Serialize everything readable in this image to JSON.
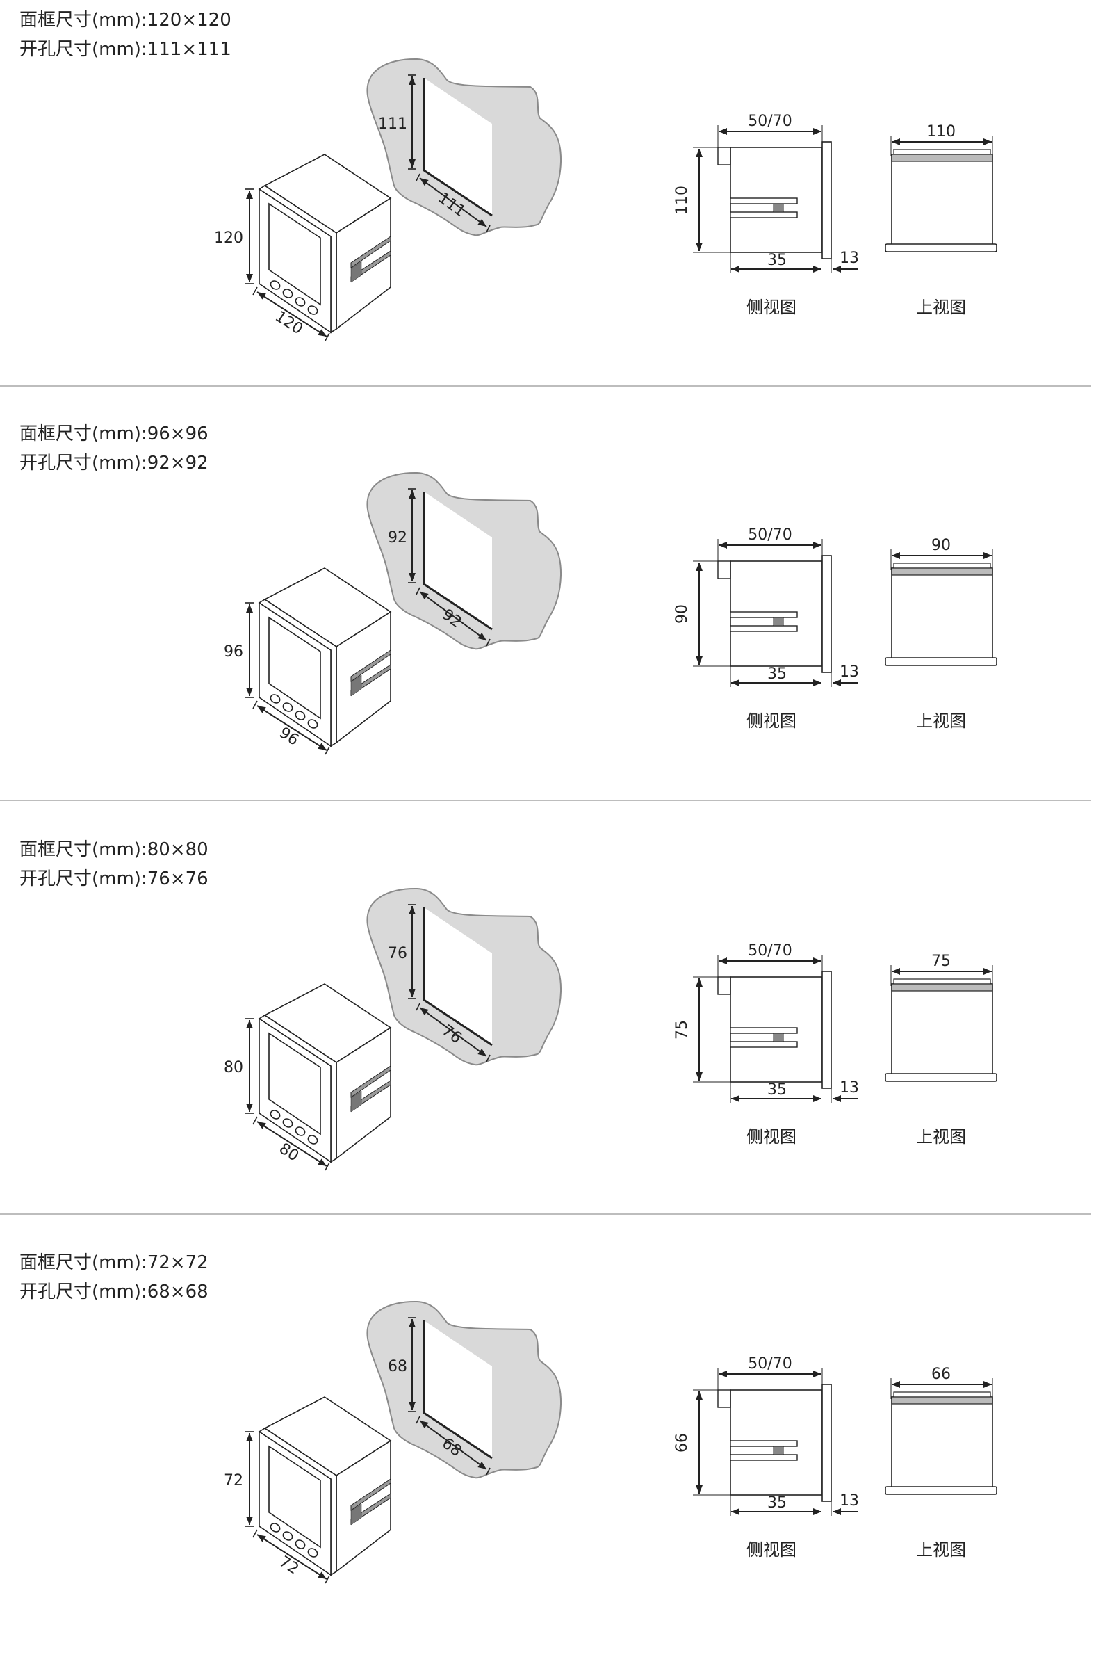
{
  "sections": [
    {
      "frame_label": "面框尺寸(mm):",
      "frame_size": "120×120",
      "cutout_label": "开孔尺寸(mm):",
      "cutout_size": "111×111",
      "front_height": "120",
      "front_width": "120",
      "cutout_height": "111",
      "cutout_width": "111",
      "side_depth": "50/70",
      "side_height": "110",
      "side_body": "35",
      "side_front": "13",
      "top_width": "110",
      "side_caption": "侧视图",
      "top_caption": "上视图"
    },
    {
      "frame_label": "面框尺寸(mm):",
      "frame_size": "96×96",
      "cutout_label": "开孔尺寸(mm):",
      "cutout_size": "92×92",
      "front_height": "96",
      "front_width": "96",
      "cutout_height": "92",
      "cutout_width": "92",
      "side_depth": "50/70",
      "side_height": "90",
      "side_body": "35",
      "side_front": "13",
      "top_width": "90",
      "side_caption": "侧视图",
      "top_caption": "上视图"
    },
    {
      "frame_label": "面框尺寸(mm):",
      "frame_size": "80×80",
      "cutout_label": "开孔尺寸(mm):",
      "cutout_size": "76×76",
      "front_height": "80",
      "front_width": "80",
      "cutout_height": "76",
      "cutout_width": "76",
      "side_depth": "50/70",
      "side_height": "75",
      "side_body": "35",
      "side_front": "13",
      "top_width": "75",
      "side_caption": "侧视图",
      "top_caption": "上视图"
    },
    {
      "frame_label": "面框尺寸(mm):",
      "frame_size": "72×72",
      "cutout_label": "开孔尺寸(mm):",
      "cutout_size": "68×68",
      "front_height": "72",
      "front_width": "72",
      "cutout_height": "68",
      "cutout_width": "68",
      "side_depth": "50/70",
      "side_height": "66",
      "side_body": "35",
      "side_front": "13",
      "top_width": "66",
      "side_caption": "侧视图",
      "top_caption": "上视图"
    }
  ],
  "colors": {
    "panel": "#d9d9d9",
    "panel_edge": "#8a8a8a",
    "line": "#222222",
    "separator": "#bdbdbd"
  }
}
